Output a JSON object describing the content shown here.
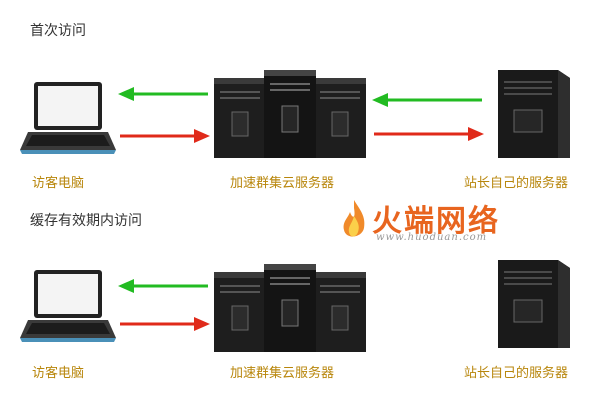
{
  "scenarios": [
    {
      "title": "首次访问",
      "visitor_label": "访客电脑",
      "cluster_label": "加速群集云服务器",
      "origin_label": "站长自己的服务器",
      "origin_connected": true
    },
    {
      "title": "缓存有效期内访问",
      "visitor_label": "访客电脑",
      "cluster_label": "加速群集云服务器",
      "origin_label": "站长自己的服务器",
      "origin_connected": false
    }
  ],
  "logo": {
    "name": "火端网络",
    "url": "www.huoduan.com"
  },
  "colors": {
    "response_arrow": "#22bb22",
    "request_arrow": "#e02a1a",
    "caption": "#b8860b",
    "logo_accent": "#e8651f"
  },
  "icons": [
    "laptop-icon",
    "server-cluster-icon",
    "tower-server-icon",
    "flame-icon"
  ]
}
